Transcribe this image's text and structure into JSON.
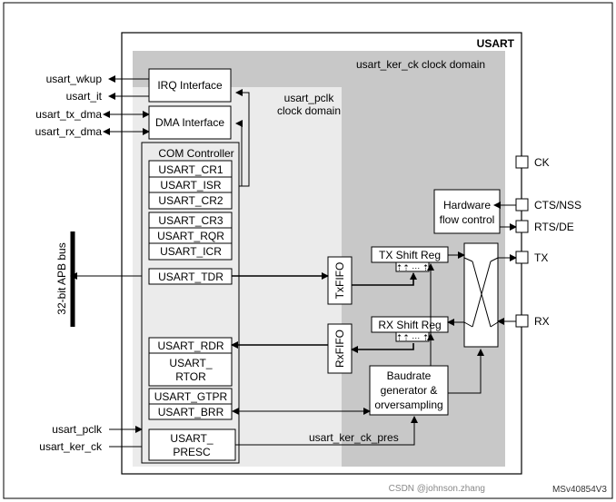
{
  "block_title": "USART",
  "domains": {
    "ker_ck": "usart_ker_ck  clock domain",
    "pclk_line1": "usart_pclk",
    "pclk_line2": "clock domain"
  },
  "signals_left": {
    "wkup": "usart_wkup",
    "it": "usart_it",
    "tx_dma": "usart_tx_dma",
    "rx_dma": "usart_rx_dma",
    "pclk": "usart_pclk",
    "ker_ck": "usart_ker_ck"
  },
  "bus_label": "32-bit APB bus",
  "blocks": {
    "irq": "IRQ Interface",
    "dma": "DMA Interface",
    "com": "COM Controller",
    "txfifo": "TxFIFO",
    "rxfifo": "RxFIFO",
    "tx_shift": "TX Shift Reg",
    "rx_shift": "RX Shift Reg",
    "hw_flow_1": "Hardware",
    "hw_flow_2": "flow control",
    "baud_1": "Baudrate",
    "baud_2": "generator &",
    "baud_3": "orversampling",
    "shift_bits": "⇡⇡ ⋯ ⇡"
  },
  "registers": {
    "cr1": "USART_CR1",
    "isr": "USART_ISR",
    "cr2": "USART_CR2",
    "cr3": "USART_CR3",
    "rqr": "USART_RQR",
    "icr": "USART_ICR",
    "tdr": "USART_TDR",
    "rdr": "USART_RDR",
    "rtor_1": "USART_",
    "rtor_2": "RTOR",
    "gtpr": "USART_GTPR",
    "brr": "USART_BRR",
    "presc_1": "USART_",
    "presc_2": "PRESC"
  },
  "pins": {
    "ck": "CK",
    "cts": "CTS/NSS",
    "rts": "RTS/DE",
    "tx": "TX",
    "rx": "RX"
  },
  "ker_ck_pres": "usart_ker_ck_pres",
  "watermark": "MSv40854V3",
  "csdn": "CSDN @johnson.zhang"
}
